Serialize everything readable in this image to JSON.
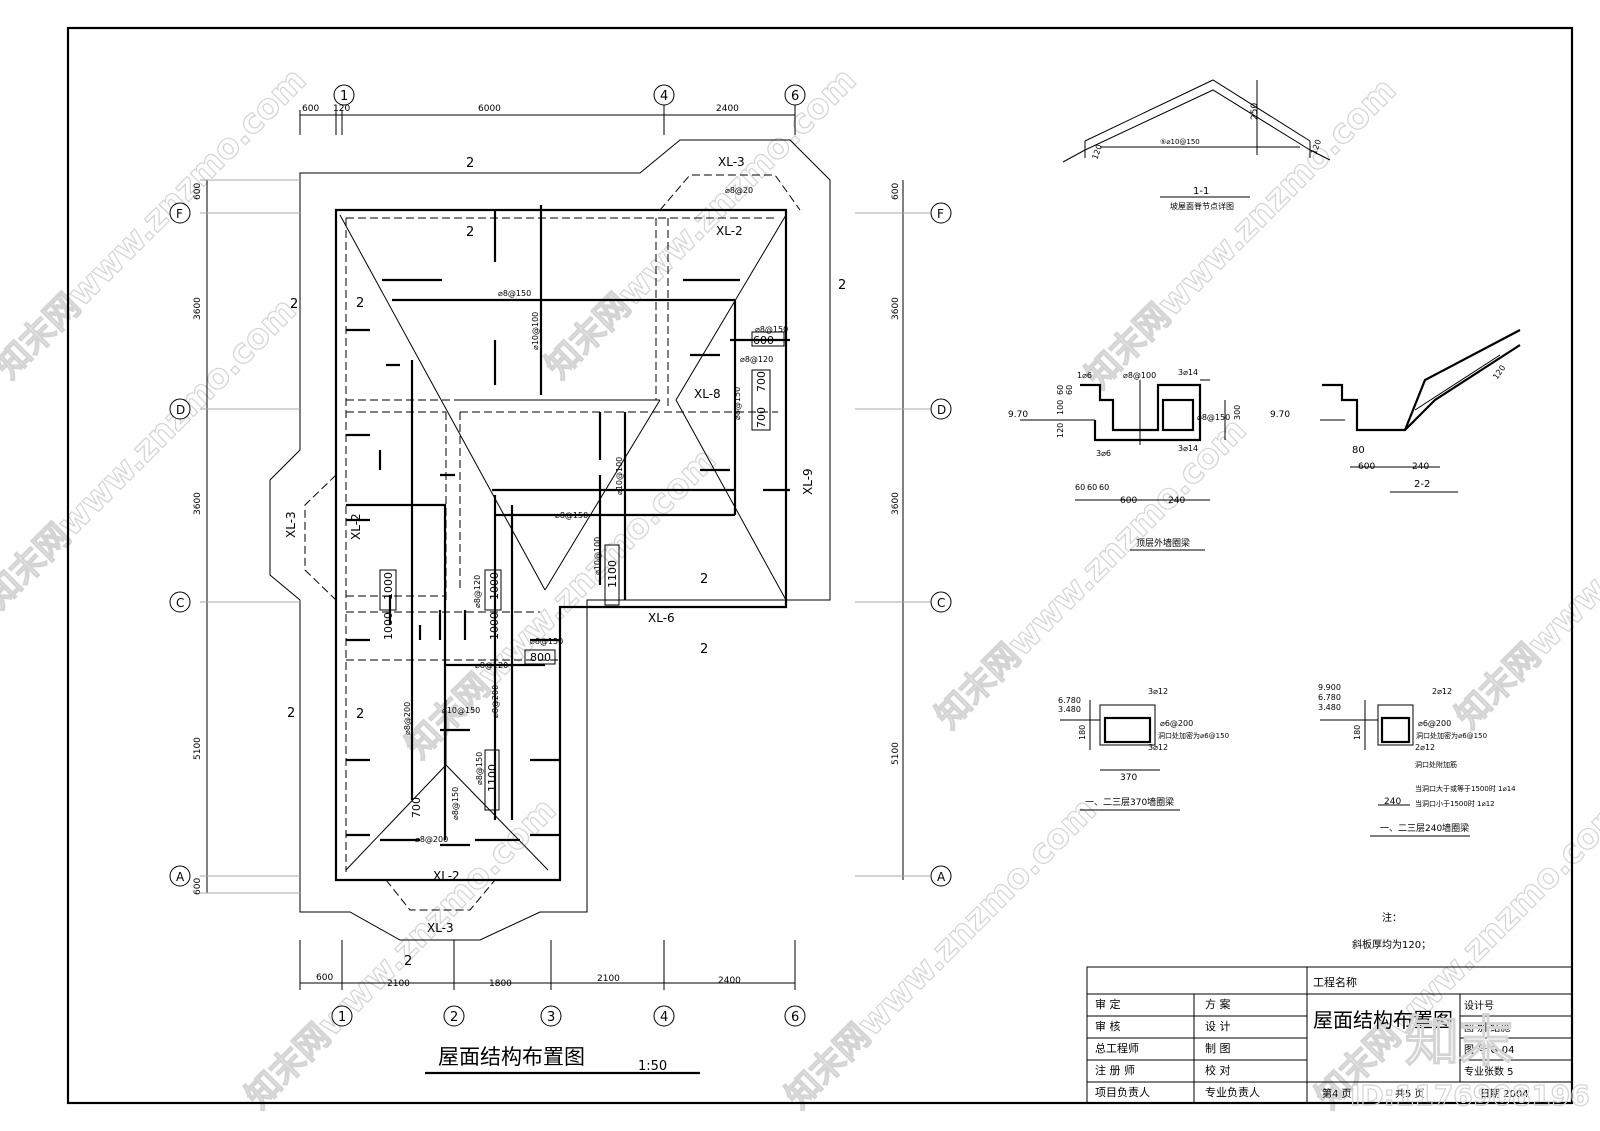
{
  "drawing": {
    "title": "屋面结构布置图",
    "scale": "1:50",
    "note_label": "注：",
    "note_text": "斜板厚均为120；",
    "watermark": "知末网www.znzmo.com",
    "id_label": "ID:1176908196",
    "logo": "知末"
  },
  "axes": {
    "top": [
      "1",
      "4",
      "6"
    ],
    "bottom": [
      "1",
      "2",
      "3",
      "4",
      "6"
    ],
    "left": [
      "F",
      "D",
      "C",
      "A"
    ],
    "right": [
      "F",
      "D",
      "C",
      "A"
    ]
  },
  "dims": {
    "top": [
      "600",
      "120",
      "6000",
      "2400"
    ],
    "bottom": [
      "600",
      "2100",
      "1800",
      "2100",
      "2400"
    ],
    "left": [
      "600",
      "3600",
      "3600",
      "5100",
      "600"
    ],
    "right": [
      "600",
      "3600",
      "3600",
      "5100"
    ]
  },
  "beams": [
    "XL-3",
    "XL-2",
    "XL-8",
    "XL-9",
    "XL-6",
    "XL-3",
    "XL-2",
    "XL-2",
    "XL-3"
  ],
  "rebar_labels": [
    "⌀8@150",
    "⌀10@100",
    "⌀8@150",
    "⌀8@150",
    "⌀8@120",
    "⌀8@150",
    "⌀10@100",
    "⌀10@100",
    "⌀8@20",
    "⌀8@120",
    "⌀8@150",
    "⌀10@150",
    "⌀8@200",
    "⌀8@200",
    "⌀8@150",
    "⌀8@200",
    "⌀8@150",
    "⌀8@120"
  ],
  "plan_dims": [
    "600",
    "700",
    "700",
    "1000",
    "1000",
    "1000",
    "1100",
    "800",
    "1100",
    "700",
    "1000"
  ],
  "details": {
    "d11_title": "1-1",
    "d11_sub": "坡屋面脊节点详图",
    "d11_bar": "⑤⌀10@150",
    "d11_dims": [
      "250",
      "120",
      "120"
    ],
    "eave_title": "顶层外墙圈梁",
    "eave_labels": [
      "9.70",
      "1⌀6",
      "⌀8@100",
      "3⌀14",
      "⌀8@150",
      "3⌀14",
      "3⌀6",
      "300"
    ],
    "eave_dims": [
      "60",
      "60",
      "60",
      "600",
      "240",
      "100",
      "60",
      "60",
      "120"
    ],
    "d22_title": "2-2",
    "d22_labels": [
      "9.70",
      "80",
      "600",
      "240",
      "120"
    ],
    "ring370_title": "一、二三层370墙圈梁",
    "ring370_labels": [
      "6.780",
      "3.480",
      "3⌀12",
      "⌀6@200",
      "洞口处加密为⌀6@150",
      "3⌀12",
      "180",
      "370"
    ],
    "ring240_title": "一、二三层240墙圈梁",
    "ring240_labels": [
      "9.900",
      "6.780",
      "3.480",
      "2⌀12",
      "⌀6@200",
      "洞口处加密为⌀6@150",
      "2⌀12",
      "洞口处附加筋",
      "当洞口大于或等于1500时 1⌀14",
      "当洞口小于1500时 1⌀12",
      "180",
      "240"
    ]
  },
  "titleblock": {
    "project_label": "工程名称",
    "drawing_name": "屋面结构布置图",
    "rows": [
      [
        "审    定",
        "方    案"
      ],
      [
        "审    核",
        "设    计"
      ],
      [
        "总工程师",
        "制    图"
      ],
      [
        "注 册 师",
        "校    对"
      ],
      [
        "项目负责人",
        "专业负责人"
      ]
    ],
    "right": [
      "设计号",
      "图  别  结施",
      "图  号  G-04",
      "专业张数 5"
    ],
    "footer": [
      "第4 页",
      "共5 页",
      "日期 2004"
    ]
  }
}
